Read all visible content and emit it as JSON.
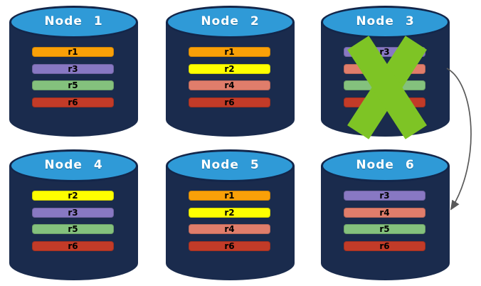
{
  "diagram": {
    "background": "#ffffff",
    "cylinder": {
      "top_color": "#2F9AD7",
      "body_color": "#1A2B4D",
      "outline_color": "#13264A",
      "label_color": "#ffffff"
    },
    "replica_colors": {
      "r1": "#F9A008",
      "r2": "#FEFF00",
      "r3": "#8878C3",
      "r4": "#E07D6B",
      "r5": "#84C17D",
      "r6": "#C23B28"
    },
    "nodes": [
      {
        "id": "node-1",
        "label": "Node 1",
        "replicas": [
          "r1",
          "r3",
          "r5",
          "r6"
        ],
        "failed": false
      },
      {
        "id": "node-2",
        "label": "Node 2",
        "replicas": [
          "r1",
          "r2",
          "r4",
          "r6"
        ],
        "failed": false
      },
      {
        "id": "node-3",
        "label": "Node 3",
        "replicas": [
          "r3",
          "r4",
          "r5",
          "r6"
        ],
        "failed": true
      },
      {
        "id": "node-4",
        "label": "Node 4",
        "replicas": [
          "r2",
          "r3",
          "r5",
          "r6"
        ],
        "failed": false
      },
      {
        "id": "node-5",
        "label": "Node 5",
        "replicas": [
          "r1",
          "r2",
          "r4",
          "r6"
        ],
        "failed": false
      },
      {
        "id": "node-6",
        "label": "Node 6",
        "replicas": [
          "r3",
          "r4",
          "r5",
          "r6"
        ],
        "failed": false
      }
    ],
    "failure_x_color": "#7EC425",
    "arrow": {
      "color": "#595959",
      "from": "Node 3",
      "to": "Node 6"
    }
  }
}
